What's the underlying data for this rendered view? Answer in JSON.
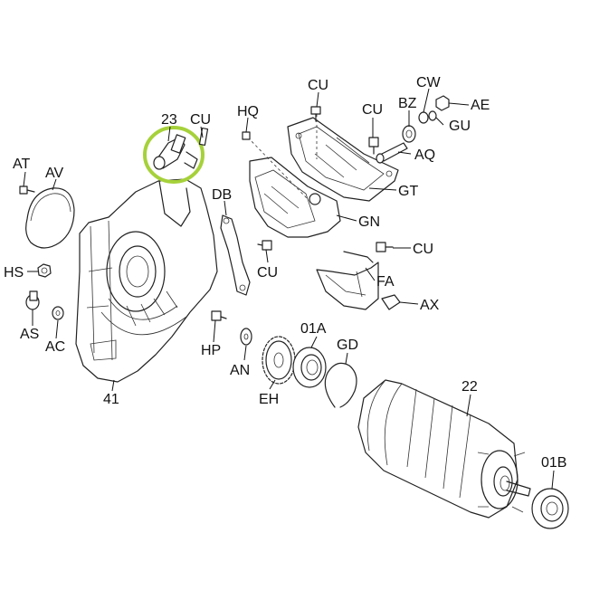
{
  "highlight_color": "#a6d13a",
  "callouts": [
    {
      "id": "23",
      "text": "23"
    },
    {
      "id": "CU1",
      "text": "CU"
    },
    {
      "id": "HQ",
      "text": "HQ"
    },
    {
      "id": "CU2",
      "text": "CU"
    },
    {
      "id": "CU3",
      "text": "CU"
    },
    {
      "id": "BZ",
      "text": "BZ"
    },
    {
      "id": "CW",
      "text": "CW"
    },
    {
      "id": "AE",
      "text": "AE"
    },
    {
      "id": "GU",
      "text": "GU"
    },
    {
      "id": "AQ",
      "text": "AQ"
    },
    {
      "id": "AT",
      "text": "AT"
    },
    {
      "id": "AV",
      "text": "AV"
    },
    {
      "id": "DB",
      "text": "DB"
    },
    {
      "id": "GT",
      "text": "GT"
    },
    {
      "id": "GN",
      "text": "GN"
    },
    {
      "id": "CU4",
      "text": "CU"
    },
    {
      "id": "CU5",
      "text": "CU"
    },
    {
      "id": "HS",
      "text": "HS"
    },
    {
      "id": "FA",
      "text": "FA"
    },
    {
      "id": "AX",
      "text": "AX"
    },
    {
      "id": "AS",
      "text": "AS"
    },
    {
      "id": "AC",
      "text": "AC"
    },
    {
      "id": "01A",
      "text": "01A"
    },
    {
      "id": "GD",
      "text": "GD"
    },
    {
      "id": "HP",
      "text": "HP"
    },
    {
      "id": "AN",
      "text": "AN"
    },
    {
      "id": "EH",
      "text": "EH"
    },
    {
      "id": "41",
      "text": "41"
    },
    {
      "id": "22",
      "text": "22"
    },
    {
      "id": "01B",
      "text": "01B"
    }
  ]
}
